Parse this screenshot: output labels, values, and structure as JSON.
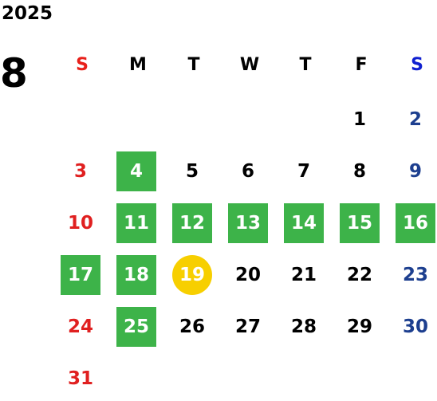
{
  "year": "2025",
  "month": "8",
  "colors": {
    "sunday": "#e02020",
    "saturday": "#1d3f8f",
    "highlight_green": "#3db349",
    "today_yellow": "#f7cf00",
    "sunday_header": "#e8201a",
    "saturday_header": "#1020d0"
  },
  "weekdays": [
    {
      "label": "S",
      "color": "#e8201a"
    },
    {
      "label": "M",
      "color": "#000000"
    },
    {
      "label": "T",
      "color": "#000000"
    },
    {
      "label": "W",
      "color": "#000000"
    },
    {
      "label": "T",
      "color": "#000000"
    },
    {
      "label": "F",
      "color": "#000000"
    },
    {
      "label": "S",
      "color": "#1020d0"
    }
  ],
  "days": [
    {
      "day": "1",
      "col": 5,
      "row": 0,
      "state": "normal"
    },
    {
      "day": "2",
      "col": 6,
      "row": 0,
      "state": "normal"
    },
    {
      "day": "3",
      "col": 0,
      "row": 1,
      "state": "normal"
    },
    {
      "day": "4",
      "col": 1,
      "row": 1,
      "state": "highlighted"
    },
    {
      "day": "5",
      "col": 2,
      "row": 1,
      "state": "normal"
    },
    {
      "day": "6",
      "col": 3,
      "row": 1,
      "state": "normal"
    },
    {
      "day": "7",
      "col": 4,
      "row": 1,
      "state": "normal"
    },
    {
      "day": "8",
      "col": 5,
      "row": 1,
      "state": "normal"
    },
    {
      "day": "9",
      "col": 6,
      "row": 1,
      "state": "normal"
    },
    {
      "day": "10",
      "col": 0,
      "row": 2,
      "state": "normal"
    },
    {
      "day": "11",
      "col": 1,
      "row": 2,
      "state": "highlighted"
    },
    {
      "day": "12",
      "col": 2,
      "row": 2,
      "state": "highlighted"
    },
    {
      "day": "13",
      "col": 3,
      "row": 2,
      "state": "highlighted"
    },
    {
      "day": "14",
      "col": 4,
      "row": 2,
      "state": "highlighted"
    },
    {
      "day": "15",
      "col": 5,
      "row": 2,
      "state": "highlighted"
    },
    {
      "day": "16",
      "col": 6,
      "row": 2,
      "state": "highlighted"
    },
    {
      "day": "17",
      "col": 0,
      "row": 3,
      "state": "highlighted"
    },
    {
      "day": "18",
      "col": 1,
      "row": 3,
      "state": "highlighted"
    },
    {
      "day": "19",
      "col": 2,
      "row": 3,
      "state": "today"
    },
    {
      "day": "20",
      "col": 3,
      "row": 3,
      "state": "normal"
    },
    {
      "day": "21",
      "col": 4,
      "row": 3,
      "state": "normal"
    },
    {
      "day": "22",
      "col": 5,
      "row": 3,
      "state": "normal"
    },
    {
      "day": "23",
      "col": 6,
      "row": 3,
      "state": "normal"
    },
    {
      "day": "24",
      "col": 0,
      "row": 4,
      "state": "normal"
    },
    {
      "day": "25",
      "col": 1,
      "row": 4,
      "state": "highlighted"
    },
    {
      "day": "26",
      "col": 2,
      "row": 4,
      "state": "normal"
    },
    {
      "day": "27",
      "col": 3,
      "row": 4,
      "state": "normal"
    },
    {
      "day": "28",
      "col": 4,
      "row": 4,
      "state": "normal"
    },
    {
      "day": "29",
      "col": 5,
      "row": 4,
      "state": "normal"
    },
    {
      "day": "30",
      "col": 6,
      "row": 4,
      "state": "normal"
    },
    {
      "day": "31",
      "col": 0,
      "row": 5,
      "state": "normal"
    }
  ]
}
